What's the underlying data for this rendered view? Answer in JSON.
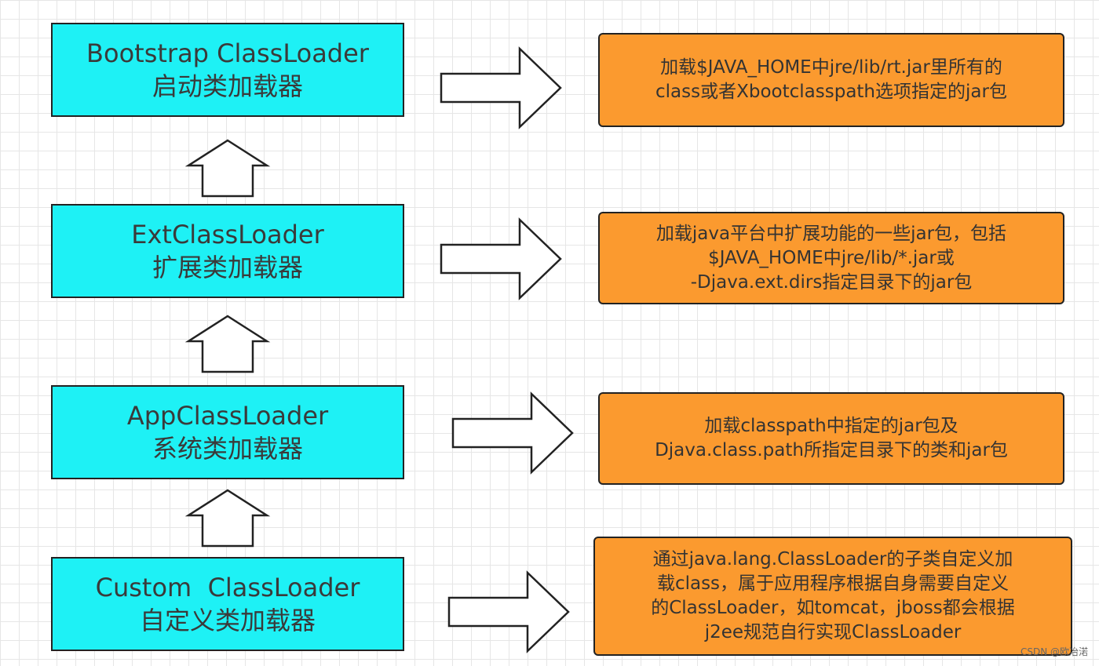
{
  "loaders": [
    {
      "name": "Bootstrap ClassLoader",
      "cn": "启动类加载器"
    },
    {
      "name": "ExtClassLoader",
      "cn": "扩展类加载器"
    },
    {
      "name": "AppClassLoader",
      "cn": "系统类加载器"
    },
    {
      "name": "Custom  ClassLoader",
      "cn": "自定义类加载器"
    }
  ],
  "descriptions": [
    {
      "lines": [
        "加载$JAVA_HOME中jre/lib/rt.jar里所有的",
        "class或者Xbootclasspath选项指定的jar包"
      ]
    },
    {
      "lines": [
        "加载java平台中扩展功能的一些jar包，包括",
        "$JAVA_HOME中jre/lib/*.jar或",
        "-Djava.ext.dirs指定目录下的jar包"
      ]
    },
    {
      "lines": [
        "加载classpath中指定的jar包及",
        "Djava.class.path所指定目录下的类和jar包"
      ]
    },
    {
      "lines": [
        "通过java.lang.ClassLoader的子类自定义加",
        "载class，属于应用程序根据自身需要自定义",
        "的ClassLoader，如tomcat，jboss都会根据",
        "j2ee规范自行实现ClassLoader"
      ]
    }
  ],
  "watermark": "CSDN @欧冶渃",
  "colors": {
    "loader_fill": "#1ef1f5",
    "desc_fill": "#fb9a2f",
    "border": "#222222",
    "arrow_fill": "#ffffff"
  }
}
